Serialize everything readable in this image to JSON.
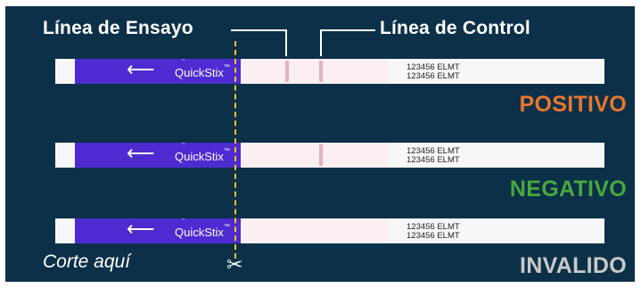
{
  "labels": {
    "test_line": "Línea de Ensayo",
    "control_line": "Línea de Control"
  },
  "strip": {
    "brand": "QuickStix",
    "trademark": "™",
    "code_line_1": "123456 ELMT",
    "code_line_2": "123456 ELMT"
  },
  "results": {
    "positive": "POSITIVO",
    "negative": "NEGATIVO",
    "invalid": "INVALIDO"
  },
  "cut_here": "Corte aquí",
  "colors": {
    "background": "#0d3049",
    "handle": "#4d2bd0",
    "positive": "#e9772d",
    "negative": "#46a93d",
    "invalid": "#c9c9c9",
    "cut_line": "#f2c22a",
    "test_line": "#e7a8b9"
  },
  "icons": {
    "arrow": "left-arrow-icon",
    "scissors": "scissors-icon"
  }
}
